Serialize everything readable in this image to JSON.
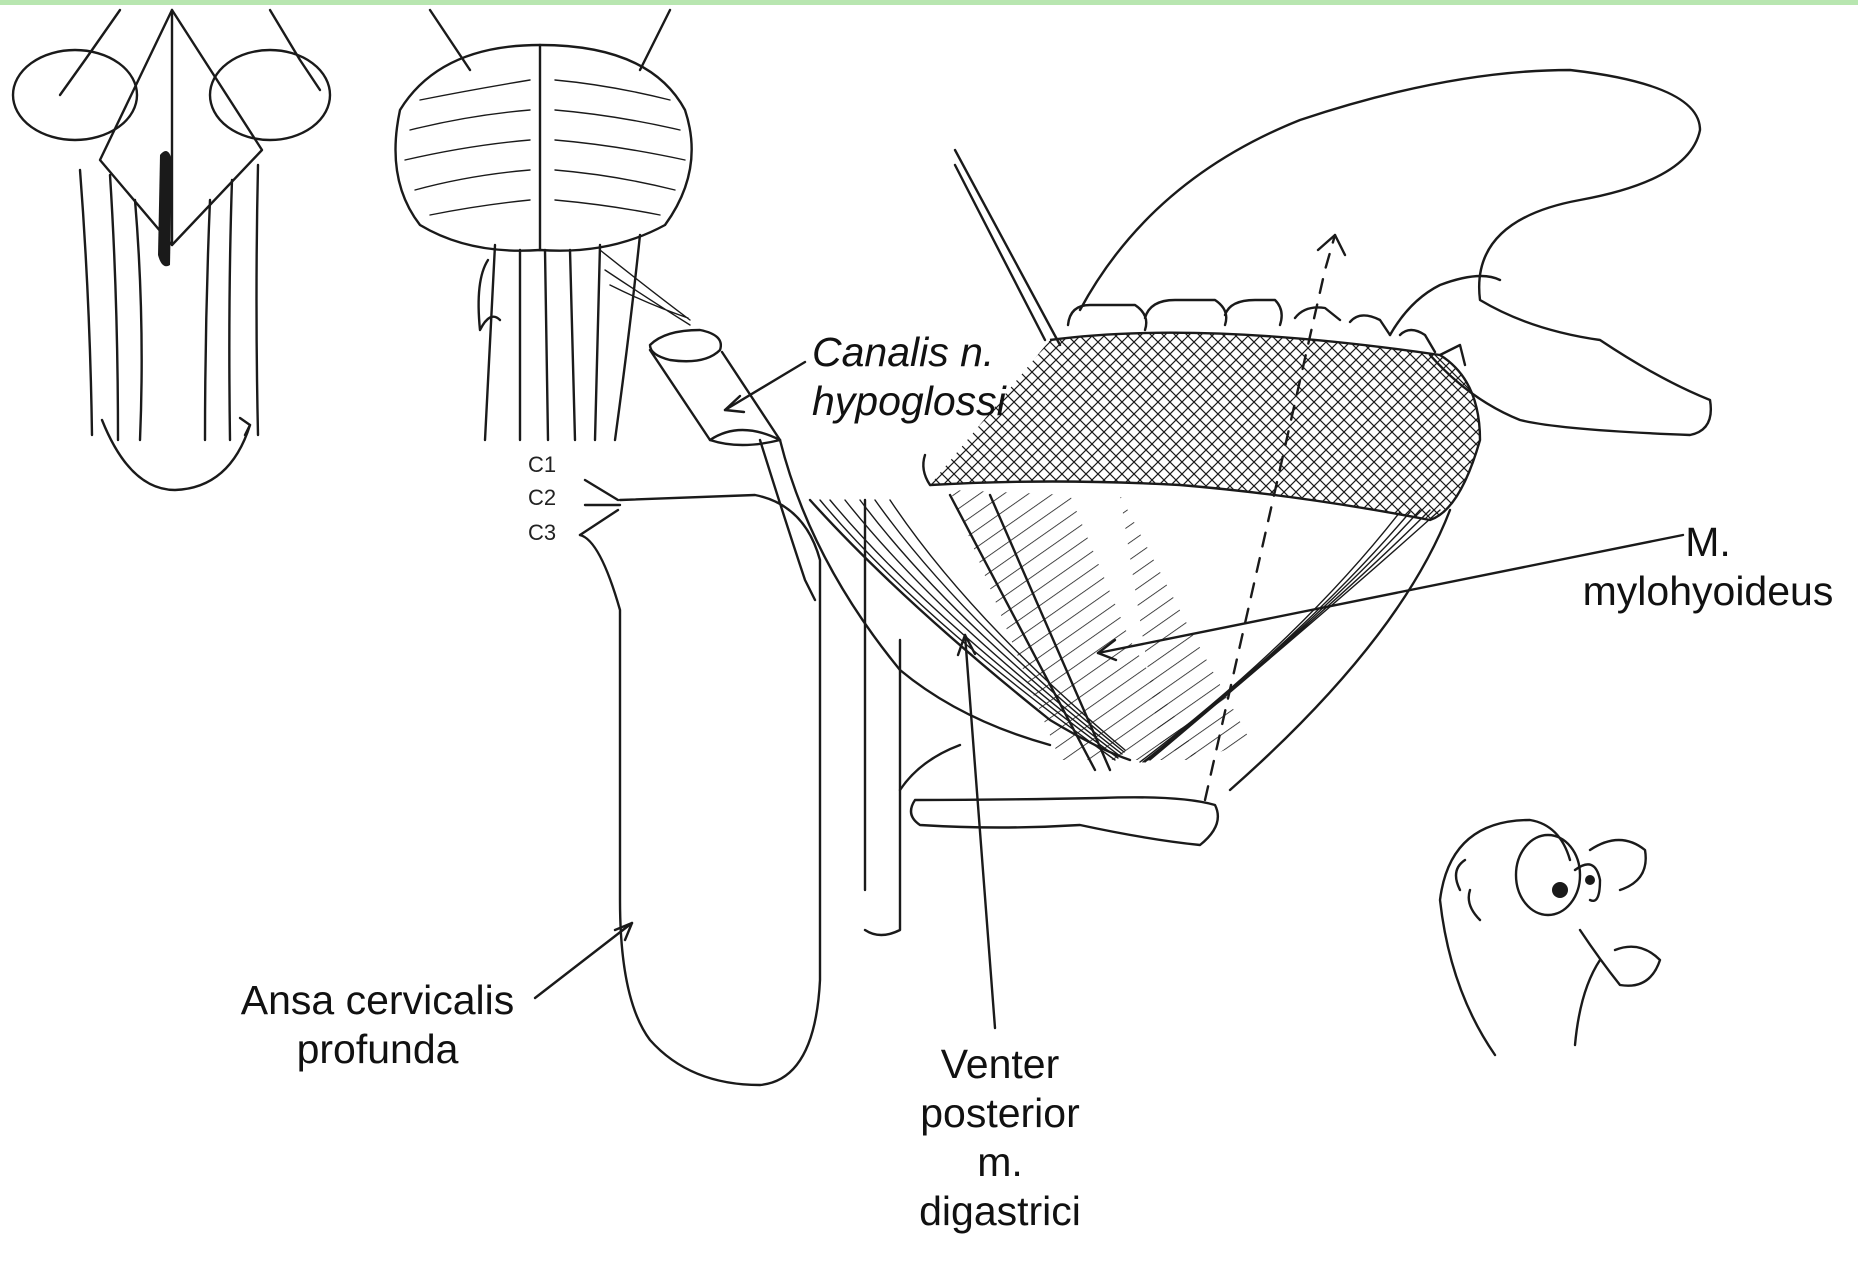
{
  "labels": {
    "canalis": "Canalis n.\nhypoglossi",
    "mylohyoideus": "M.\nmylohyoideus",
    "ansa": "Ansa cervicalis\nprofunda",
    "venter": "Venter\nposterior\nm.\ndigastrici"
  },
  "spinal_levels": [
    "C1",
    "C2",
    "C3"
  ],
  "colors": {
    "top_bar": "#b8e6b0",
    "ink": "#1a1a1a"
  }
}
